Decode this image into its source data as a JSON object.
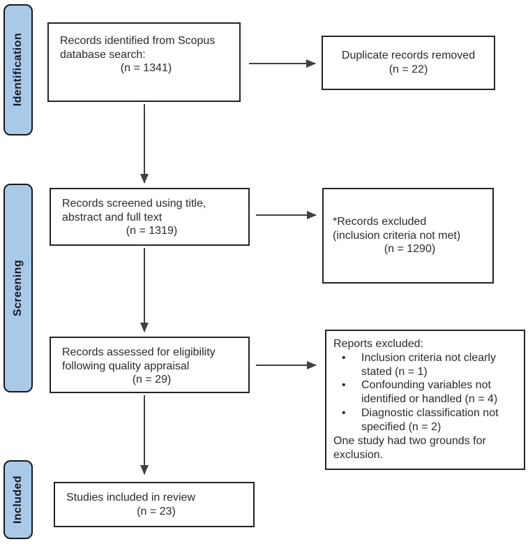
{
  "diagram": {
    "stages": [
      {
        "label": "Identification"
      },
      {
        "label": "Screening"
      },
      {
        "label": "Included"
      }
    ],
    "boxes": {
      "identified": {
        "line1": "Records identified from Scopus",
        "line2": "database search:",
        "count": "(n = 1341)"
      },
      "duplicates": {
        "line1": "Duplicate records removed",
        "count": "(n = 22)"
      },
      "screened": {
        "line1": "Records screened using title,",
        "line2": "abstract and full text",
        "count": "(n = 1319)"
      },
      "excluded_screening": {
        "line1": "*Records excluded",
        "line2": "(inclusion criteria not met)",
        "count": "(n = 1290)"
      },
      "assessed": {
        "line1": "Records assessed for eligibility",
        "line2": "following quality appraisal",
        "count": "(n = 29)"
      },
      "excluded_reports": {
        "title": "Reports excluded:",
        "bullets": [
          "Inclusion criteria not clearly stated (n = 1)",
          "Confounding variables not identified or handled (n = 4)",
          "Diagnostic classification not specified (n = 2)"
        ],
        "footnote": "One study had two grounds for exclusion."
      },
      "included": {
        "line1": "Studies included in review",
        "count": "(n = 23)"
      }
    },
    "icons": {
      "bullet": "•"
    },
    "colors": {
      "stage_fill": "#a9c9e9",
      "stage_border": "#14171d",
      "box_border": "#232323",
      "arrow": "#3f3f3f",
      "text": "#2a2a2a"
    }
  }
}
